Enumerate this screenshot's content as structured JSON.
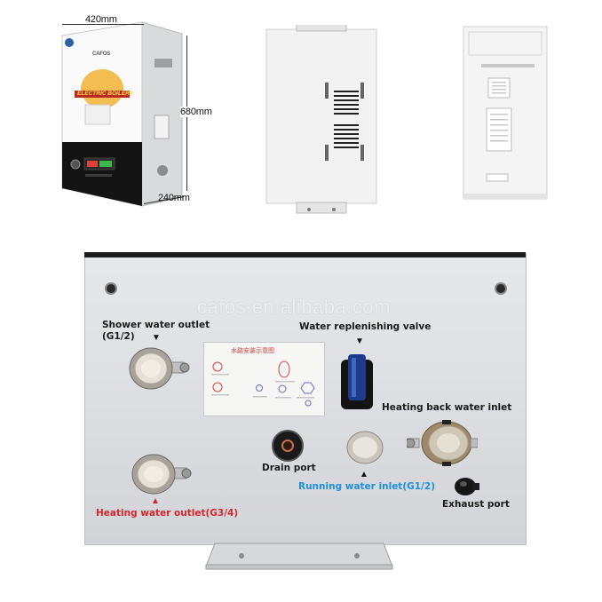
{
  "dimensions": {
    "width_label": "420mm",
    "height_label": "680mm",
    "depth_label": "240mm"
  },
  "front_unit": {
    "brand_logo": "CAFOS",
    "banner_text": "ELECTRIC BOILERS"
  },
  "watermark": "cafos.en.alibaba.com",
  "panel_sticker": {
    "title": "水路安装示意图"
  },
  "callouts": {
    "shower_outlet": "Shower water outlet",
    "shower_outlet_size": "(G1/2)",
    "replenishing_valve": "Water replenishing valve",
    "heating_back_inlet": "Heating back water inlet",
    "drain_port": "Drain port",
    "running_water_inlet": "Running water inlet(G1/2)",
    "exhaust_port": "Exhaust port",
    "heating_outlet": "Heating water outlet(G3/4)"
  },
  "colors": {
    "red_label": "#d0262d",
    "blue_label": "#1e8fd8",
    "panel_gray": "#dcdde0"
  },
  "icons": {
    "arrow_down": "▼",
    "arrow_up": "▲"
  }
}
